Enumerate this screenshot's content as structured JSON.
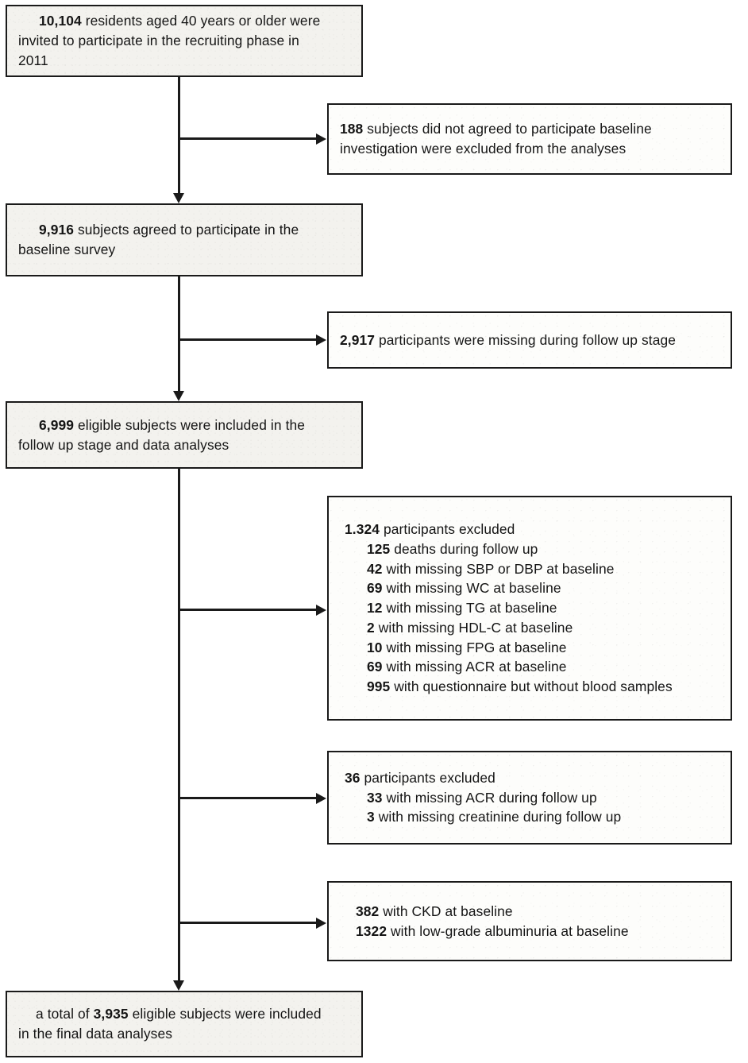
{
  "diagram": {
    "type": "study-flow-chart",
    "title": "Participant flow diagram",
    "colors": {
      "stroke": "#1a1a1a",
      "main_box_fill": "#f3f2ee",
      "side_box_fill": "#fdfdfb",
      "text": "#151515"
    }
  },
  "main_nodes": [
    {
      "id": "recruited",
      "count": "10,104",
      "rest": " residents aged 40 years or older were invited to participate in the recruiting phase in 2011",
      "line1_bold": "10,104",
      "line1_rest": " residents aged 40 years or older were",
      "line2": "invited to participate in the recruiting phase in",
      "line3": "2011"
    },
    {
      "id": "agreed-baseline",
      "count": "9,916",
      "line1_rest": " subjects agreed to participate in the",
      "line2": "baseline survey"
    },
    {
      "id": "eligible-followup",
      "count": "6,999",
      "line1_rest": " eligible subjects were included in the",
      "line2": "follow up stage and data analyses"
    },
    {
      "id": "final-analysis",
      "pre": "a total of ",
      "count": "3,935",
      "line1_rest": " eligible subjects were included",
      "line2": "in the final data analyses"
    }
  ],
  "side_nodes": [
    {
      "id": "not-agreed",
      "count": "188",
      "line1_rest": " subjects did not agreed to participate baseline",
      "line2": "investigation were excluded from the analyses"
    },
    {
      "id": "missing-followup",
      "count": "2,917",
      "line1_rest": " participants were missing during follow up stage"
    },
    {
      "id": "excluded-baseline",
      "head_count": "1.324",
      "head_rest": " participants excluded",
      "items": [
        {
          "count": "125",
          "text": " deaths during follow up"
        },
        {
          "count": "42",
          "text": " with missing SBP or DBP at baseline"
        },
        {
          "count": "69",
          "text": " with missing WC at baseline"
        },
        {
          "count": "12",
          "text": " with missing TG at baseline"
        },
        {
          "count": "2",
          "text": " with missing HDL-C at baseline"
        },
        {
          "count": "10",
          "text": " with missing FPG at baseline"
        },
        {
          "count": "69",
          "text": " with missing ACR at baseline"
        },
        {
          "count": "995",
          "text": " with questionnaire but without  blood samples"
        }
      ]
    },
    {
      "id": "excluded-followup",
      "head_count": "36",
      "head_rest": " participants excluded",
      "items": [
        {
          "count": "33",
          "text": " with missing ACR during follow up"
        },
        {
          "count": "3",
          "text": " with missing creatinine during follow up"
        }
      ]
    },
    {
      "id": "excluded-ckd-albuminuria",
      "items": [
        {
          "count": "382",
          "text": " with CKD at baseline"
        },
        {
          "count": "1322",
          "text": " with low-grade albuminuria at baseline"
        }
      ]
    }
  ]
}
